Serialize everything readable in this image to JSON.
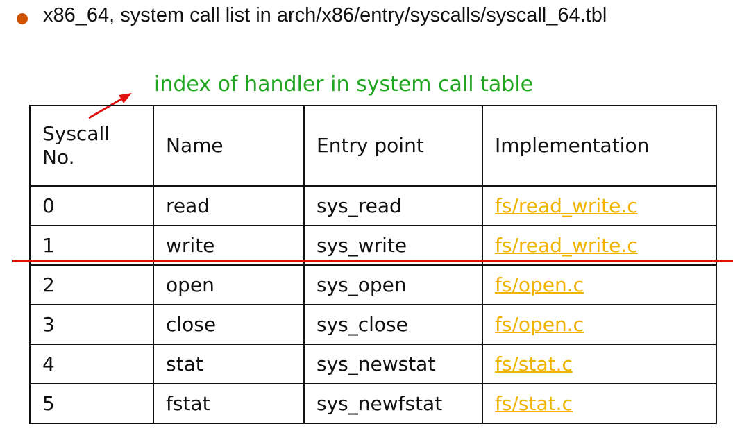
{
  "bullet_color": "#d35400",
  "headline": "x86_64, system call list in arch/x86/entry/syscalls/syscall_64.tbl",
  "annotation": {
    "text": "index of handler in system call table",
    "color": "#1fa51f",
    "arrow_color": "#e01010"
  },
  "table": {
    "headers": {
      "no_line1": "Syscall",
      "no_line2": "No.",
      "name": "Name",
      "entry": "Entry point",
      "impl": "Implementation"
    },
    "rows": [
      {
        "no": "0",
        "name": "read",
        "entry": "sys_read",
        "impl": "fs/read_write.c"
      },
      {
        "no": "1",
        "name": "write",
        "entry": "sys_write",
        "impl": "fs/read_write.c"
      },
      {
        "no": "2",
        "name": "open",
        "entry": "sys_open",
        "impl": "fs/open.c"
      },
      {
        "no": "3",
        "name": "close",
        "entry": "sys_close",
        "impl": "fs/open.c"
      },
      {
        "no": "4",
        "name": "stat",
        "entry": "sys_newstat",
        "impl": "fs/stat.c"
      },
      {
        "no": "5",
        "name": "fstat",
        "entry": "sys_newfstat",
        "impl": "fs/stat.c"
      }
    ],
    "link_color": "#f0b400"
  },
  "divider_color": "#e01010"
}
